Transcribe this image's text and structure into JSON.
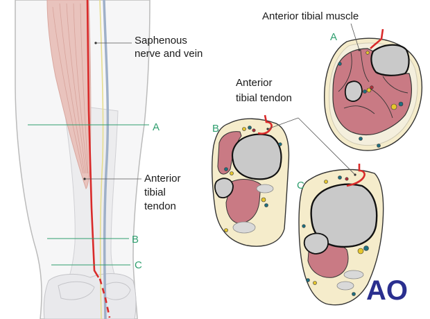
{
  "colors": {
    "guide_line": "#2e9e6e",
    "tendon": "#d92a2a",
    "muscle": "#c97a84",
    "muscle_leg": "#e8c2bd",
    "bone": "#cfcfcf",
    "skin": "#f4ecc8",
    "logo": "#2a2f8f",
    "outline": "#222222"
  },
  "labels": {
    "saphenous_line1": "Saphenous",
    "saphenous_line2": "nerve and vein",
    "tendon_leg_line1": "Anterior",
    "tendon_leg_line2": "tibial",
    "tendon_leg_line3": "tendon",
    "anterior_tibial_muscle": "Anterior tibial muscle",
    "tendon_mid_line1": "Anterior",
    "tendon_mid_line2": "tibial tendon"
  },
  "levels": {
    "A": "A",
    "B": "B",
    "C": "C"
  },
  "sections": {
    "A": "A",
    "B": "B",
    "C": "C"
  },
  "logo": "AO"
}
